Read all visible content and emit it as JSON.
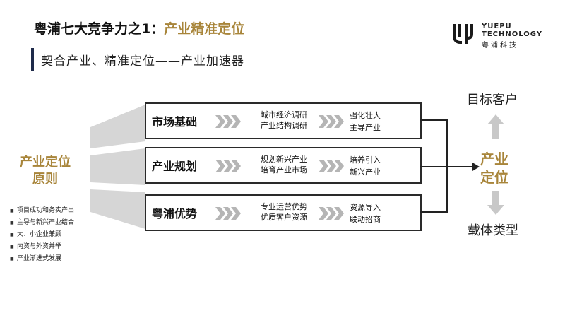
{
  "header": {
    "title_prefix": "粤浦七大竞争力之1：",
    "title_highlight": "产业精准定位",
    "subtitle": "契合产业、精准定位——产业加速器"
  },
  "logo": {
    "line1": "YUEPU",
    "line2": "TECHNOLOGY",
    "cn": "粤浦科技"
  },
  "principle": {
    "line1": "产业定位",
    "line2": "原则",
    "bullets": [
      "项目成功和务实产出",
      "主导与新兴产业结合",
      "大、小企业兼顾",
      "内资与外资并举",
      "产业渐进式发展"
    ]
  },
  "rows": [
    {
      "head": "市场基础",
      "mid1": "城市经济调研",
      "mid2": "产业结构调研",
      "right1": "强化壮大",
      "right2": "主导产业"
    },
    {
      "head": "产业规划",
      "mid1": "规划新兴产业",
      "mid2": "培育产业市场",
      "right1": "培养引入",
      "right2": "新兴产业"
    },
    {
      "head": "粤浦优势",
      "mid1": "专业运营优势",
      "mid2": "优质客户资源",
      "right1": "资源导入",
      "right2": "联动招商"
    }
  ],
  "targets": {
    "top": "目标客户",
    "center1": "产业",
    "center2": "定位",
    "bottom": "载体类型"
  },
  "colors": {
    "gold": "#a8853a",
    "navy": "#1e2a4a",
    "gray": "#c8c8c8"
  }
}
